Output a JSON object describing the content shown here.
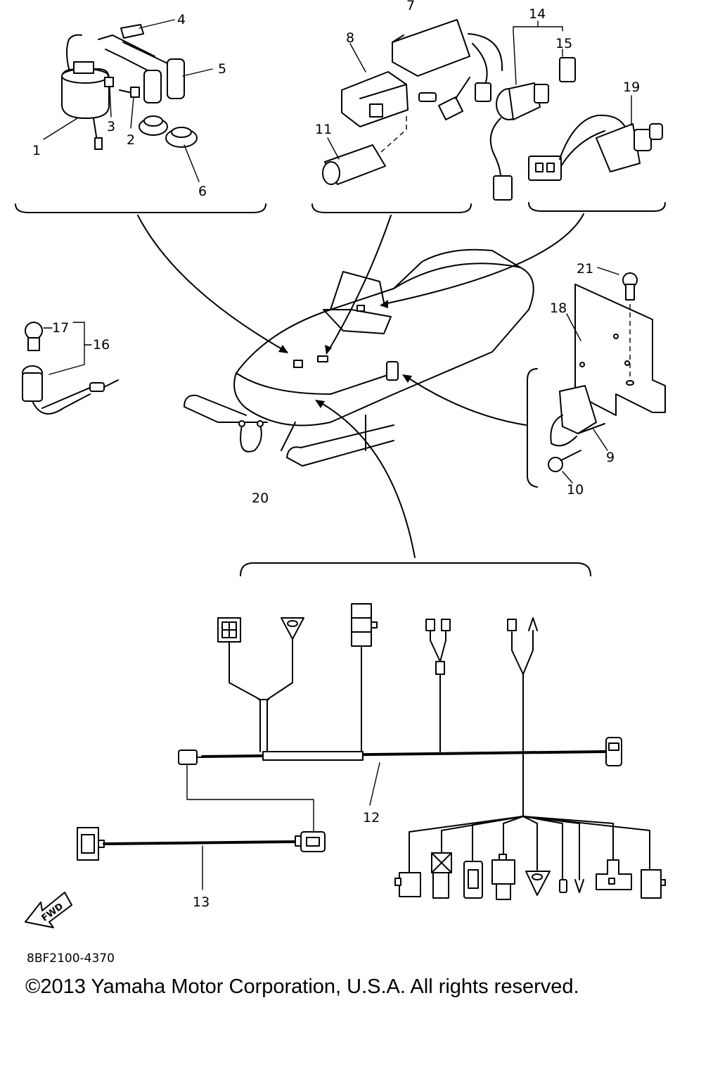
{
  "diagram": {
    "callouts": {
      "c1": "1",
      "c2": "2",
      "c3": "3",
      "c4": "4",
      "c5": "5",
      "c6": "6",
      "c7": "7",
      "c8": "8",
      "c9": "9",
      "c10": "10",
      "c11": "11",
      "c12": "12",
      "c13": "13",
      "c14": "14",
      "c15": "15",
      "c16": "16",
      "c17": "17",
      "c18": "18",
      "c19": "19",
      "c20": "20",
      "c21": "21"
    },
    "fwd_label": "FWD",
    "part_code": "8BF2100-4370",
    "copyright": "©2013 Yamaha Motor Corporation, U.S.A. All rights reserved."
  }
}
